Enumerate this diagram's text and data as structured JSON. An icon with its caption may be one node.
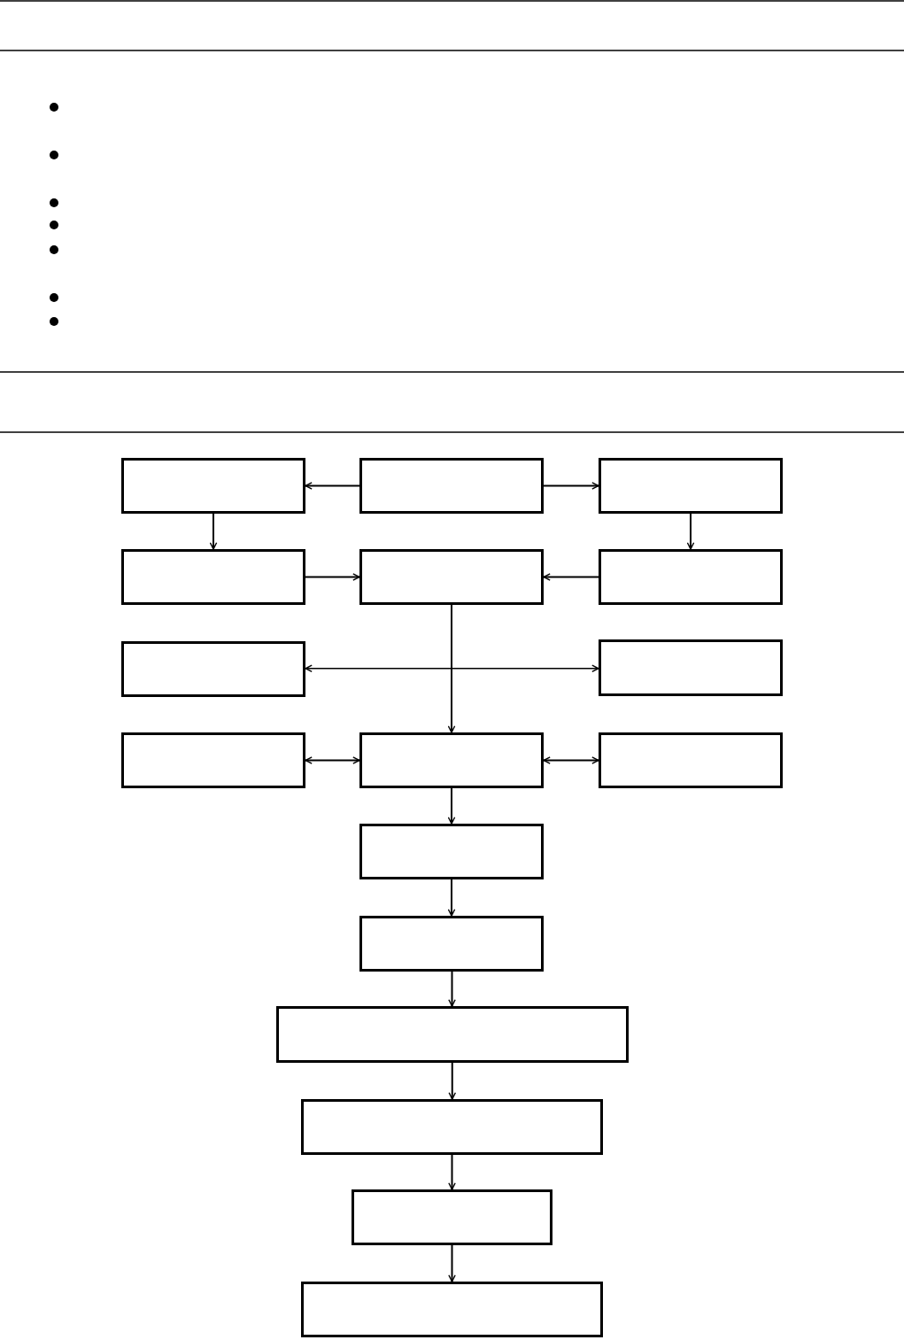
{
  "diagram": {
    "nodes": [
      {
        "text": [],
        "shape": "box"
      },
      {
        "text": [],
        "shape": "box"
      },
      {
        "text": [],
        "shape": "box"
      },
      {
        "text": [],
        "shape": "box"
      },
      {
        "text": [],
        "shape": "box"
      },
      {
        "text": [],
        "shape": "box"
      },
      {
        "text": [],
        "shape": "box"
      },
      {
        "text": [],
        "shape": "box"
      },
      {
        "text": [],
        "shape": "box"
      },
      {
        "text": [],
        "shape": "box"
      },
      {
        "text": [],
        "shape": "box"
      },
      {
        "text": [],
        "shape": "box"
      },
      {
        "text": [],
        "shape": "box"
      },
      {
        "text": [],
        "shape": "box"
      },
      {
        "text": [],
        "shape": "box"
      },
      {
        "text": [],
        "shape": "box"
      },
      {
        "text": [],
        "shape": "box"
      }
    ],
    "edges": [
      {
        "from": 1,
        "to": 0,
        "arrow": "to"
      },
      {
        "from": 1,
        "to": 2,
        "arrow": "to"
      },
      {
        "from": 0,
        "to": 3,
        "arrow": "to"
      },
      {
        "from": 2,
        "to": 5,
        "arrow": "to"
      },
      {
        "from": 3,
        "to": 4,
        "arrow": "to"
      },
      {
        "from": 5,
        "to": 4,
        "arrow": "to"
      },
      {
        "from": 4,
        "to": 9,
        "arrow": "to"
      },
      {
        "from": 6,
        "to": 7,
        "arrow": "both"
      },
      {
        "from": 8,
        "to": 9,
        "arrow": "both"
      },
      {
        "from": 9,
        "to": 10,
        "arrow": "both"
      },
      {
        "from": 9,
        "to": 11,
        "arrow": "to"
      },
      {
        "from": 11,
        "to": 12,
        "arrow": "to"
      },
      {
        "from": 12,
        "to": 13,
        "arrow": "to"
      },
      {
        "from": 13,
        "to": 14,
        "arrow": "to"
      },
      {
        "from": 14,
        "to": 15,
        "arrow": "to"
      },
      {
        "from": 15,
        "to": 16,
        "arrow": "to"
      }
    ]
  }
}
